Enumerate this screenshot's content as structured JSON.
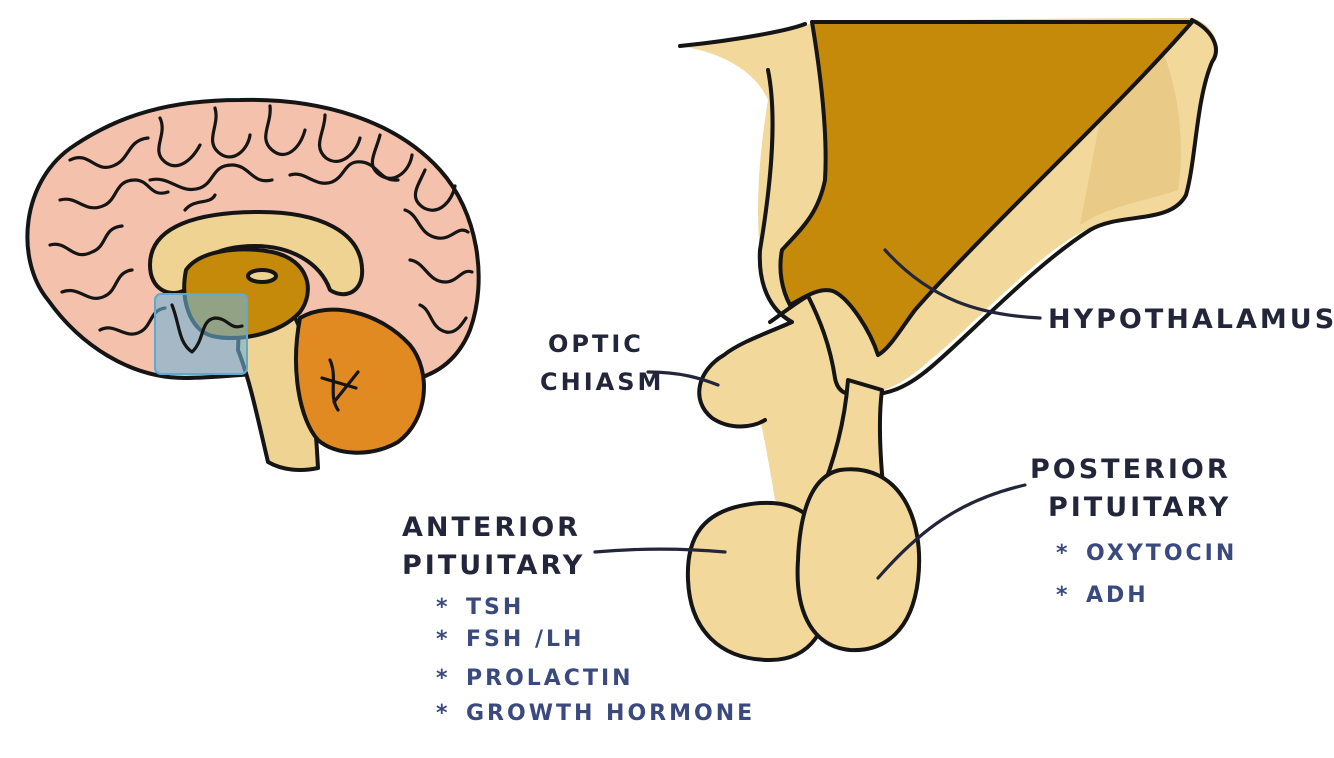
{
  "labels": {
    "hypothalamus": "HYPOTHALAMUS",
    "optic_line1": "OPTIC",
    "optic_line2": "CHIASM",
    "anterior_line1": "ANTERIOR",
    "anterior_line2": "PITUITARY",
    "posterior_line1": "POSTERIOR",
    "posterior_line2": "PITUITARY"
  },
  "anterior_hormones": [
    "TSH",
    "FSH /LH",
    "PROLACTIN",
    "GROWTH HORMONE"
  ],
  "posterior_hormones": [
    "OXYTOCIN",
    "ADH"
  ],
  "bullet": "*",
  "colors": {
    "hypothalamus": "#c58a0a",
    "pituitary_light": "#f2d99b",
    "pituitary_shade": "#e2c07a",
    "brain_pink": "#f3c1ac",
    "cerebellum": "#e28a22",
    "highlight": "#6fb3d6",
    "label_ink": "#23263a",
    "hormone_ink": "#3b4a7e"
  }
}
